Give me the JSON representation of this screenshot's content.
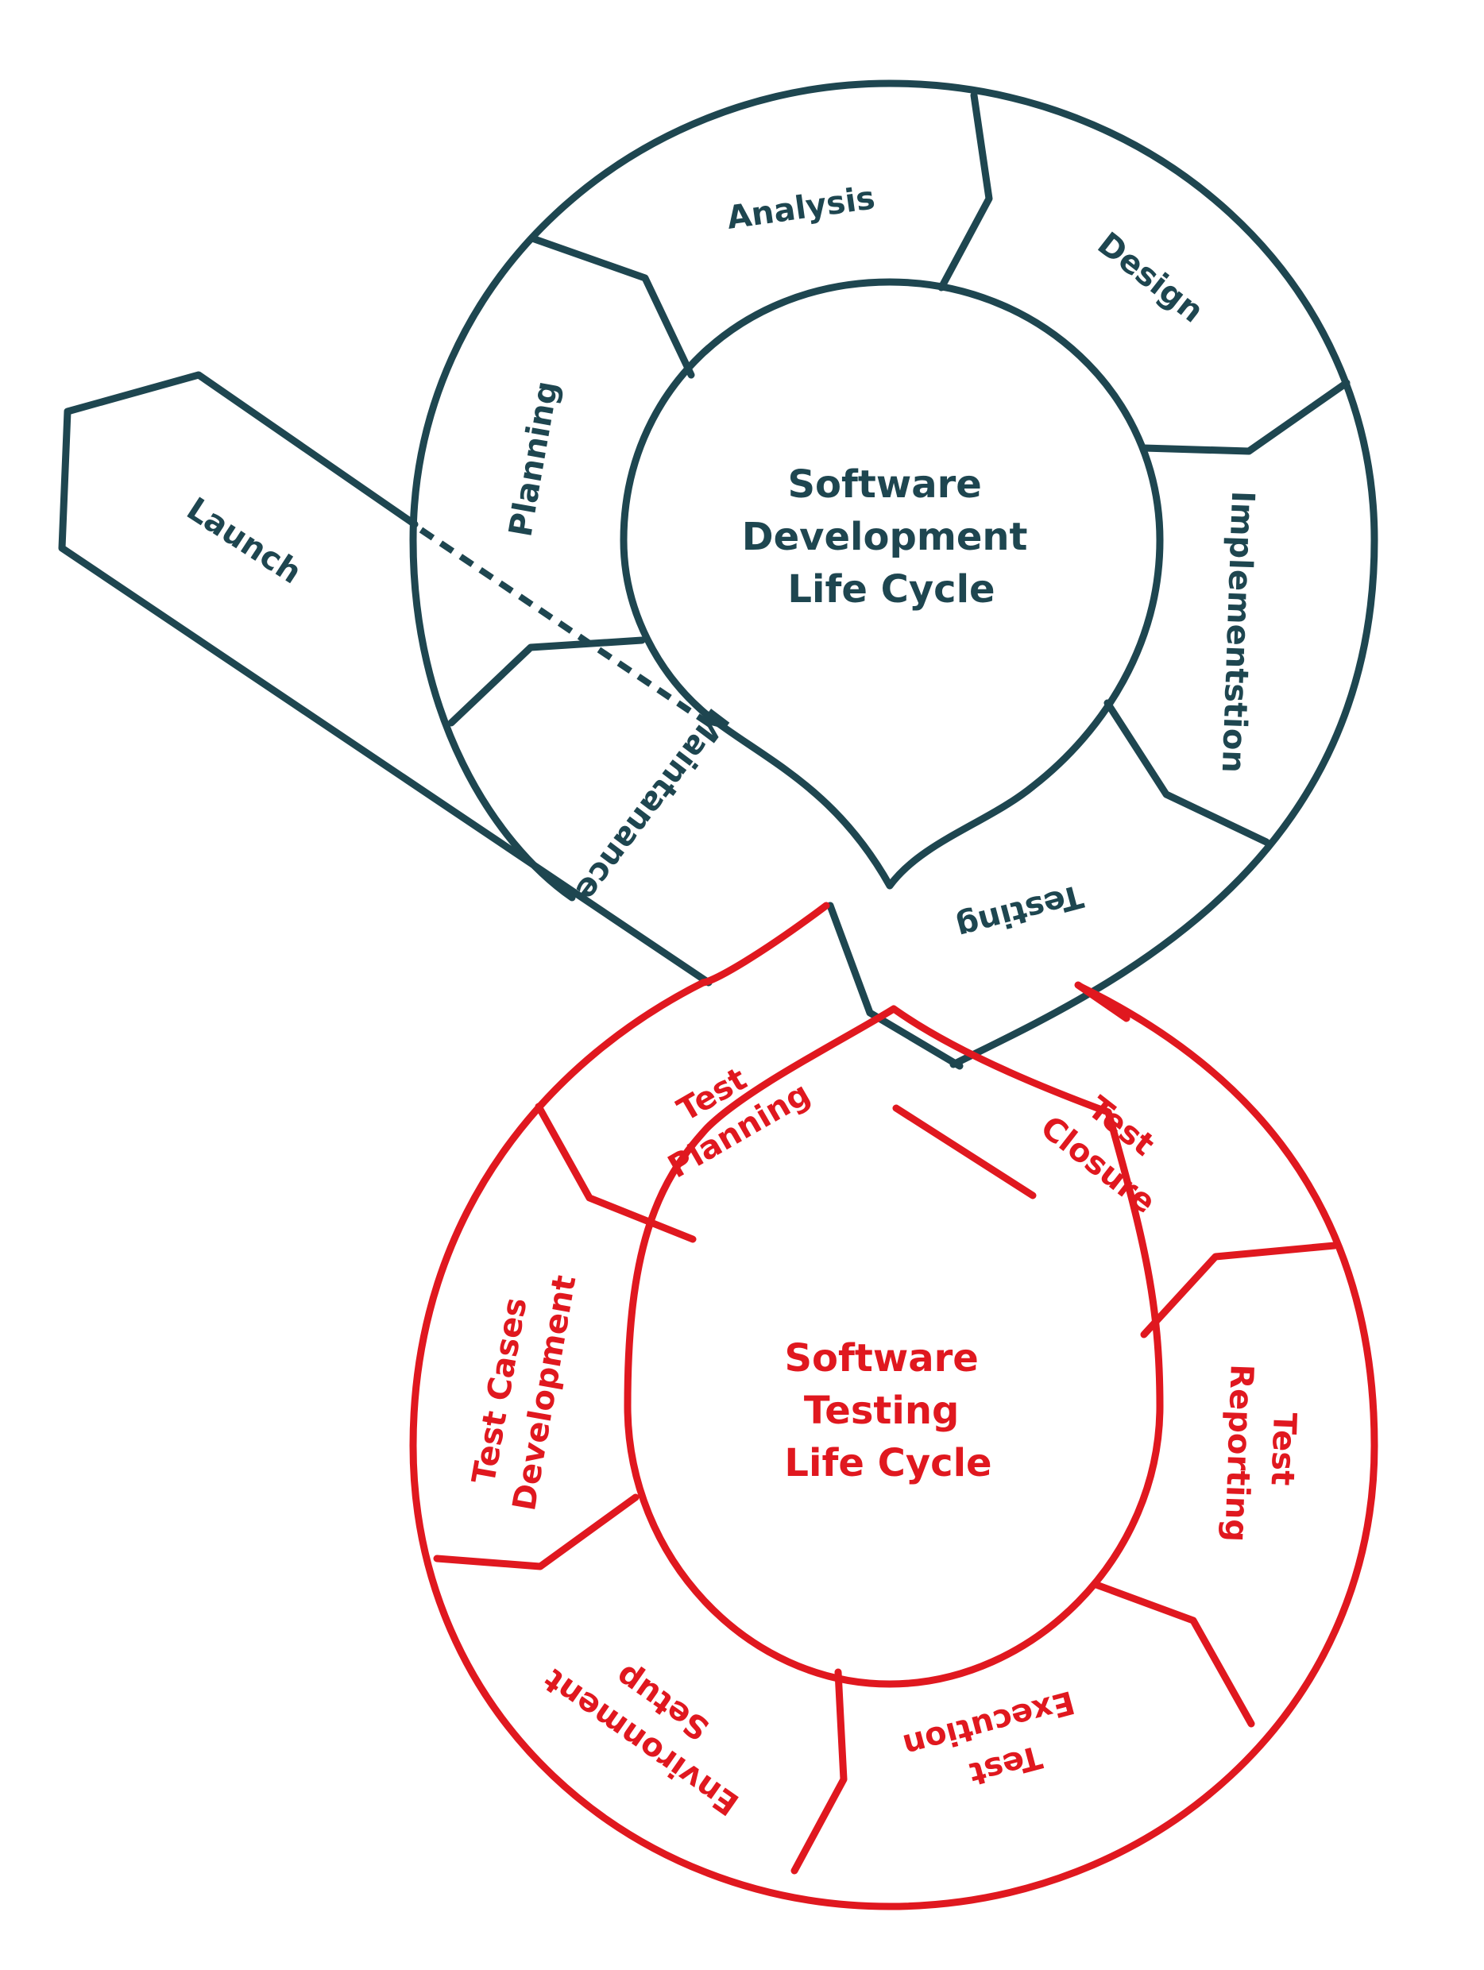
{
  "colors": {
    "sdlc": "#1e4650",
    "stlc": "#e0181f",
    "background": "#ffffff"
  },
  "sdlc": {
    "title": [
      "Software",
      "Development",
      "Life Cycle"
    ],
    "phases": {
      "analysis": "Analysis",
      "design": "Design",
      "implementation": "Implementstion",
      "testing": "Testing",
      "maintenance": "Maintanance",
      "planning": "Planning",
      "launch": "Launch"
    }
  },
  "stlc": {
    "title": [
      "Software",
      "Testing",
      "Life Cycle"
    ],
    "phases": {
      "test_planning": [
        "Test",
        "Planning"
      ],
      "test_closure": [
        "Test",
        "Closure"
      ],
      "test_reporting": [
        "Test",
        "Reporting"
      ],
      "test_execution": [
        "Test",
        "Execution"
      ],
      "environment_setup": [
        "Environment",
        "Setup"
      ],
      "test_cases_development": [
        "Test Cases",
        "Development"
      ]
    }
  }
}
